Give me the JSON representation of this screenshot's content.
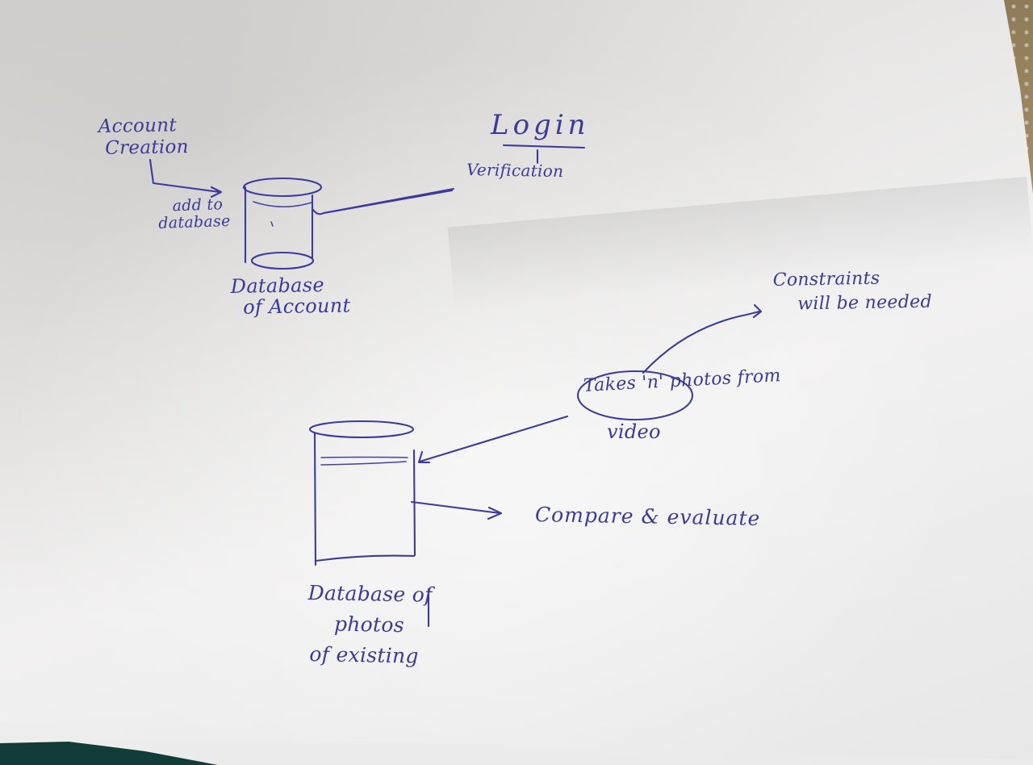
{
  "labels": {
    "account_creation": [
      "Account",
      "Creation"
    ],
    "add_to_database": [
      "add to",
      "database"
    ],
    "database_of_account": [
      "Database",
      "of Account"
    ],
    "login": "Login",
    "verification": "Verification",
    "constraints": [
      "Constraints",
      "will be needed"
    ],
    "takes_n_photos": "Takes 'n' photos from",
    "video": "video",
    "compare_evaluate": "Compare & evaluate",
    "database_of_photos": [
      "Database of",
      "photos",
      "of existing"
    ]
  },
  "colors": {
    "ink": "#3b3b9b",
    "paper": "#f2f1f1"
  }
}
